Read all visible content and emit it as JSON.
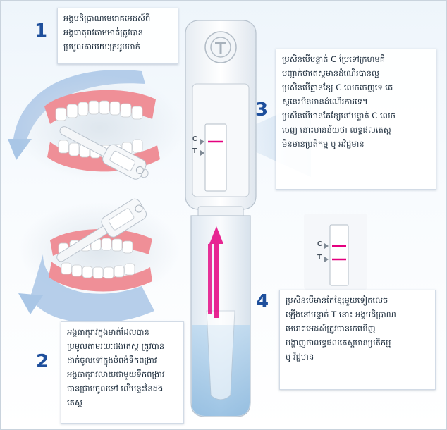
{
  "steps": [
    {
      "number": "1",
      "text": "អង្គបដិប្រាណមេរោគអេដស៍ពី\nអង្គធាតុរាវតាមមាត់ត្រូវបាន\nប្រមូលតាមរយៈក្រអូមមាត់"
    },
    {
      "number": "2",
      "text": "អង្គធាតុរាវក្នុងមាត់ដែលបាន\nប្រមូលតាមរយៈដងតេស្ត ត្រូវបាន\nដាក់ចូលទៅក្នុងបំពង់ទឹកពង្រាវ\nអង្គធាតុរាវលាយជាមួយទឹកពង្រាវ\nបានជ្រាបចូលទៅ លើបន្ទះនៃដង\nតេស្ត"
    },
    {
      "number": "3",
      "text": "ប្រសិនបើបន្ទាត់ C ប្រែទៅក្រហមគឺ\nបញ្ជាក់ថាតេស្តមានដំណើរបានល្អ\nប្រសិនបើគ្មានខ្សែ C លេចចេញទេ តេ\nស្តនេះមិនមានដំណើរការទេ។\nប្រសិនបើមានតែខ្សែនៅបន្ទាត់ C  លេច\nចេញ នោះមានន័យថា លទ្ធផលតេស្ត\nមិនមានប្រតិកម្ម ឬ អវិជ្ជមាន"
    },
    {
      "number": "4",
      "text": "ប្រសិនបើមានតែខ្សែមួយទៀតលេច\nឡើងនៅបន្ទាត់ T នោះ អង្គបដិប្រាណ\nមេរោគអេដស៍ត្រូវបានរកឃើញ\nបង្ហាញថាលទ្ធផលតេស្តមានប្រតិកម្ម\nឬ វិជ្ជមាន"
    }
  ],
  "device": {
    "control_label": "C",
    "test_label": "T",
    "zoom_control_label": "C",
    "zoom_test_label": "T"
  },
  "colors": {
    "step_number": "#1e4f9c",
    "result_line": "#e4007f",
    "arrow": "#a9c6e6",
    "gum": "#ef8f97"
  }
}
